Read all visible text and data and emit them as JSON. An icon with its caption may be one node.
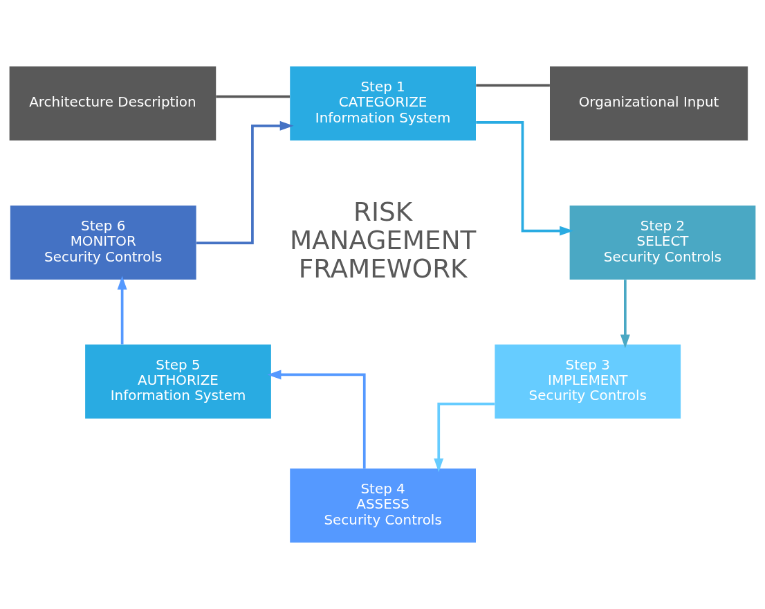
{
  "diagram": {
    "nodes": [
      {
        "text": [
          "Architecture Description"
        ]
      },
      {
        "text": [
          "Organizational Input"
        ]
      },
      {
        "text": [
          "Step 1",
          "CATEGORIZE",
          "Information System"
        ]
      },
      {
        "text": [
          "Step 2",
          "SELECT",
          "Security Controls"
        ]
      },
      {
        "text": [
          "Step 3",
          "IMPLEMENT",
          "Security Controls"
        ]
      },
      {
        "text": [
          "Step 4",
          "ASSESS",
          "Security Controls"
        ]
      },
      {
        "text": [
          "Step 5",
          "AUTHORIZE",
          "Information System"
        ]
      },
      {
        "text": [
          "Step 6",
          "MONITOR",
          "Security Controls"
        ]
      }
    ],
    "edges": [
      {
        "from": 0,
        "to": 2,
        "arrow": "none",
        "color": "#595959"
      },
      {
        "from": 1,
        "to": 2,
        "arrow": "none",
        "color": "#595959"
      },
      {
        "from": 2,
        "to": 3,
        "arrow": "to",
        "color": "#29abe2"
      },
      {
        "from": 3,
        "to": 4,
        "arrow": "to",
        "color": "#4aa8c4"
      },
      {
        "from": 4,
        "to": 5,
        "arrow": "to",
        "color": "#66ccff"
      },
      {
        "from": 5,
        "to": 6,
        "arrow": "to",
        "color": "#5599ff"
      },
      {
        "from": 6,
        "to": 7,
        "arrow": "to",
        "color": "#5599ff"
      },
      {
        "from": 7,
        "to": 2,
        "arrow": "to",
        "color": "#4472c4"
      }
    ],
    "labels": [
      "RISK MANAGEMENT FRAMEWORK"
    ]
  }
}
